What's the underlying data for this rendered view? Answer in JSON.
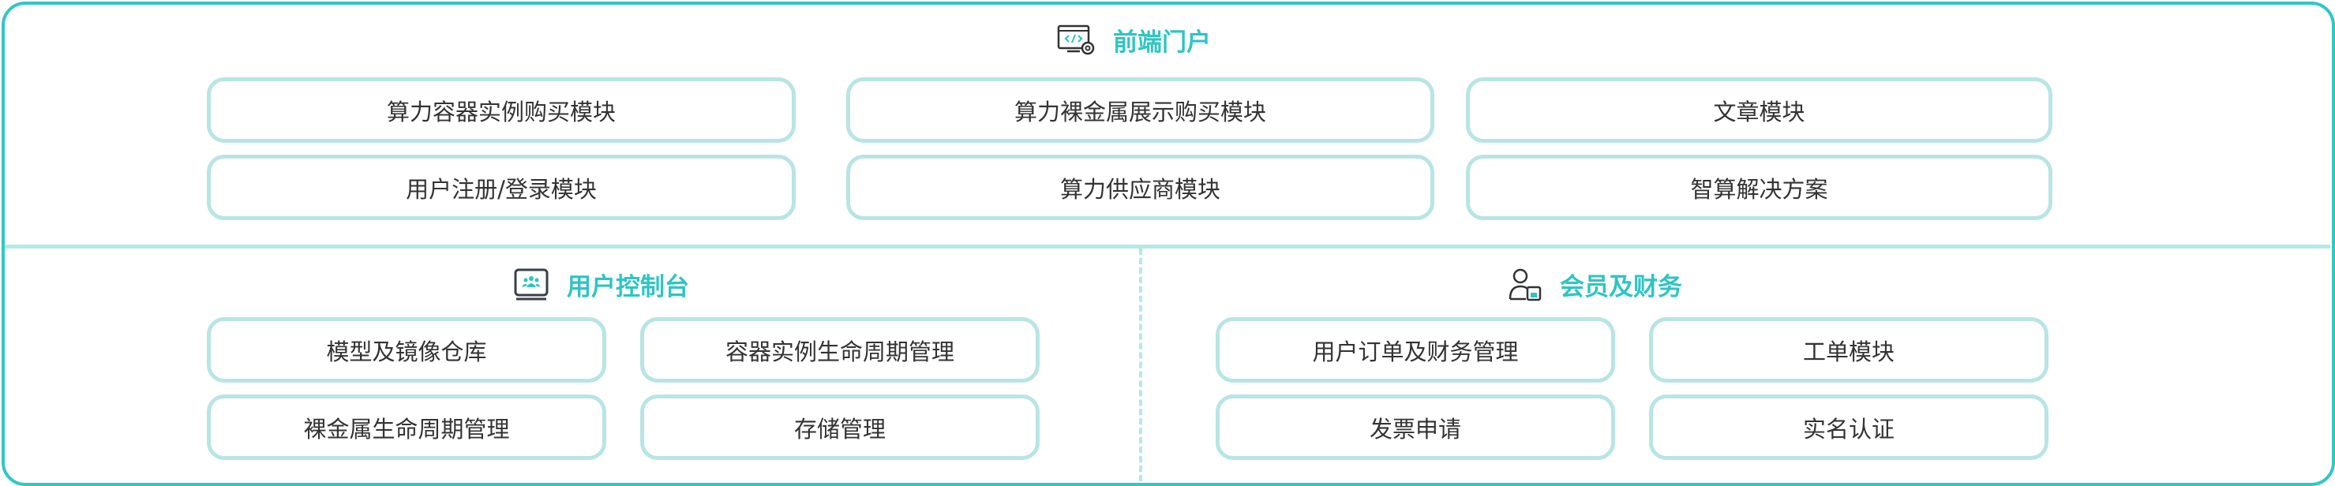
{
  "colors": {
    "accent": "#2ec5c3",
    "box_border": "#b8e5e4",
    "divider": "#b3e9e7",
    "text": "#333333"
  },
  "sections": {
    "frontend": {
      "title": "前端门户",
      "icon": "monitor-code-gear-icon",
      "items": [
        "算力容器实例购买模块",
        "算力裸金属展示购买模块",
        "文章模块",
        "用户注册/登录模块",
        "算力供应商模块",
        "智算解决方案"
      ]
    },
    "console": {
      "title": "用户控制台",
      "icon": "monitor-users-icon",
      "items": [
        "模型及镜像仓库",
        "容器实例生命周期管理",
        "裸金属生命周期管理",
        "存储管理"
      ]
    },
    "member": {
      "title": "会员及财务",
      "icon": "user-document-icon",
      "items": [
        "用户订单及财务管理",
        "工单模块",
        "发票申请",
        "实名认证"
      ]
    }
  }
}
